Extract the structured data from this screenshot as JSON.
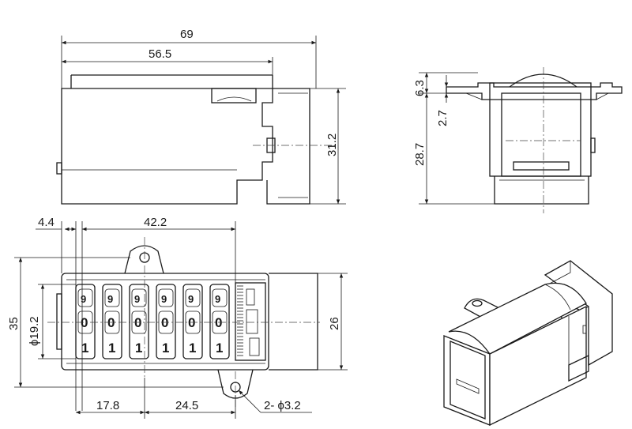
{
  "dimensions": {
    "width_total": "69",
    "width_body": "56.5",
    "height_side": "31.2",
    "offset_top": "4.4",
    "width_wheels": "42.2",
    "height_total": "35",
    "wheel_diameter": "ϕ19.2",
    "height_body": "26",
    "hole_offset_left": "17.8",
    "hole_spacing": "24.5",
    "mount_holes": "2- ϕ3.2",
    "flange_height": "6.3",
    "flange_thickness": "2.7",
    "body_depth": "28.7"
  },
  "counter": {
    "top_digits": [
      "9",
      "9",
      "9",
      "9",
      "9",
      "9"
    ],
    "middle_digits": [
      "0",
      "0",
      "0",
      "0",
      "0",
      "0"
    ],
    "bottom_digits": [
      "1",
      "1",
      "1",
      "1",
      "1",
      "1"
    ]
  }
}
